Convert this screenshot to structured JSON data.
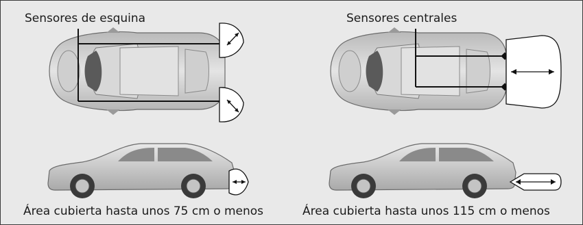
{
  "labels": {
    "corner_sensors": "Sensores de esquina",
    "center_sensors": "Sensores centrales"
  },
  "captions": {
    "left": "Área cubierta hasta unos 75 cm o menos",
    "right": "Área cubierta hasta unos 115 cm o menos"
  },
  "colors": {
    "background": "#e9e9e9",
    "car_body": "#c8c8c8",
    "car_outline": "#6a6a6a",
    "line": "#111111"
  }
}
